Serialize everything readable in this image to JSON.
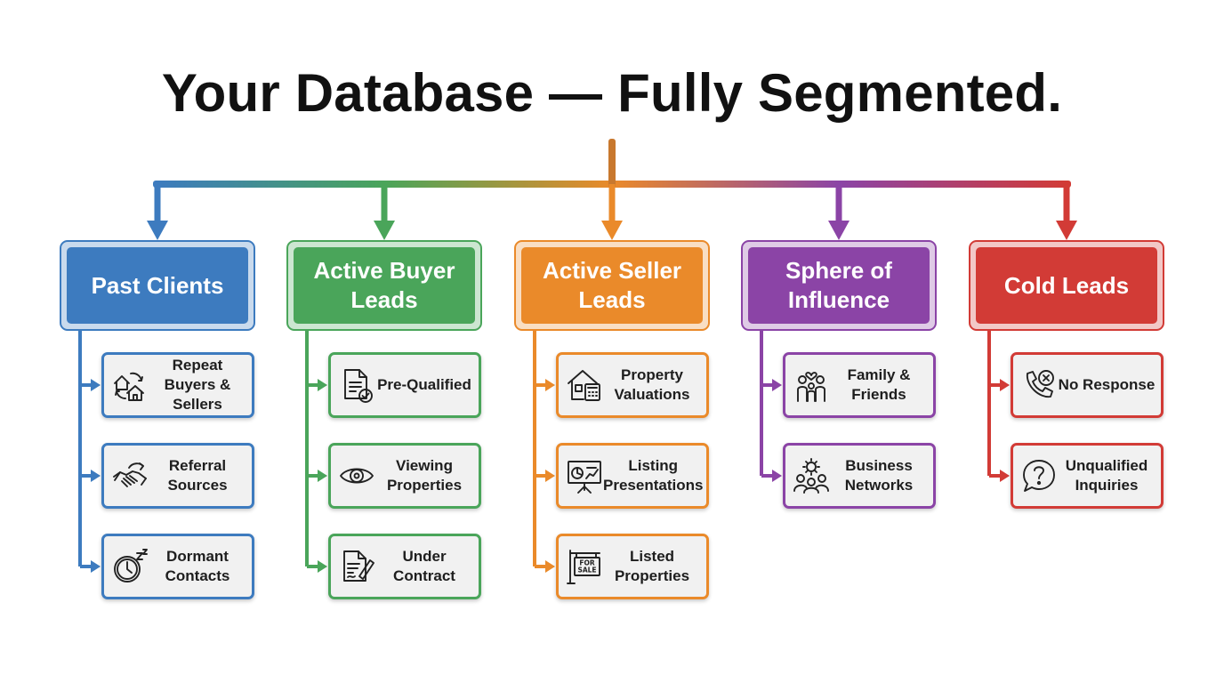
{
  "title": "Your Database — Fully Segmented.",
  "colors": {
    "past_clients": "#3d7bbf",
    "active_buyer": "#4aa55a",
    "active_seller": "#ea8a2a",
    "sphere": "#8b44a6",
    "cold": "#d23b36"
  },
  "categories": [
    {
      "label": "Past Clients",
      "subitems": [
        {
          "label": "Repeat Buyers & Sellers",
          "icon": "repeat-houses-icon"
        },
        {
          "label": "Referral Sources",
          "icon": "handshake-icon"
        },
        {
          "label": "Dormant Contacts",
          "icon": "sleeping-clock-icon"
        }
      ]
    },
    {
      "label": "Active Buyer Leads",
      "subitems": [
        {
          "label": "Pre-Qualified",
          "icon": "approved-document-icon"
        },
        {
          "label": "Viewing Properties",
          "icon": "eye-icon"
        },
        {
          "label": "Under Contract",
          "icon": "signed-contract-icon"
        }
      ]
    },
    {
      "label": "Active Seller Leads",
      "subitems": [
        {
          "label": "Property Valuations",
          "icon": "house-calculator-icon"
        },
        {
          "label": "Listing Presentations",
          "icon": "presentation-board-icon"
        },
        {
          "label": "Listed Properties",
          "icon": "for-sale-sign-icon",
          "sign_text": "FOR SALE"
        }
      ]
    },
    {
      "label": "Sphere of Influence",
      "subitems": [
        {
          "label": "Family & Friends",
          "icon": "family-icon"
        },
        {
          "label": "Business Networks",
          "icon": "business-network-icon"
        }
      ]
    },
    {
      "label": "Cold Leads",
      "subitems": [
        {
          "label": "No Response",
          "icon": "missed-call-icon"
        },
        {
          "label": "Unqualified Inquiries",
          "icon": "question-bubble-icon"
        }
      ]
    }
  ]
}
